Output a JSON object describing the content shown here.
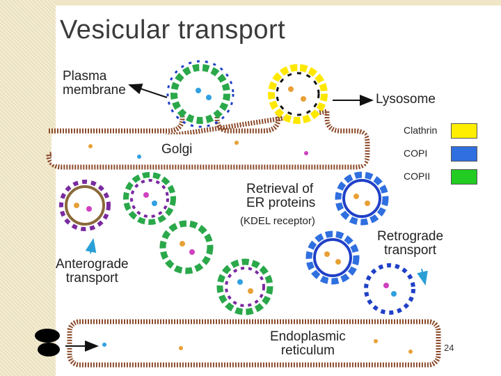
{
  "slide": {
    "title": "Vesicular transport",
    "page_number": "24"
  },
  "labels": {
    "plasma_membrane": "Plasma\nmembrane",
    "lysosome": "Lysosome",
    "golgi": "Golgi",
    "retrieval": "Retrieval of\nER proteins",
    "kdel": "(KDEL receptor)",
    "retrograde": "Retrograde\ntransport",
    "anterograde": "Anterograde\ntransport",
    "er": "Endoplasmic\nreticulum"
  },
  "legend": [
    {
      "label": "Clathrin",
      "color": "#ffee00"
    },
    {
      "label": "COPI",
      "color": "#2f6fe0"
    },
    {
      "label": "COPII",
      "color": "#22cc22"
    }
  ],
  "colors": {
    "membrane": "#8b4a2a",
    "arrow_blue": "#2a9fd6",
    "coat_green": "#2aa84a",
    "coat_yellow": "#ffe800",
    "coat_blue": "#2040c8",
    "cargo_orange": "#e8a035",
    "cargo_blue": "#30a0e0",
    "cargo_magenta": "#d040c0",
    "receptor_purple": "#7a2aa0"
  }
}
